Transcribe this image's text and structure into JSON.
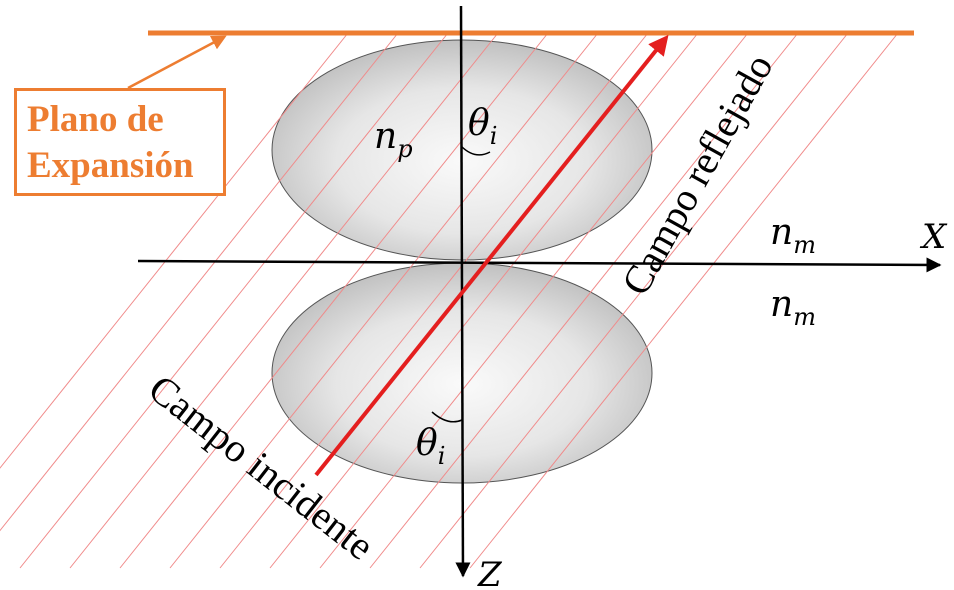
{
  "expansion_label": {
    "line1": "Plano de",
    "line2": "Expansión"
  },
  "axes": {
    "x": "X",
    "z": "Z"
  },
  "media": {
    "particle": {
      "base": "n",
      "sub": "p"
    },
    "medium_top": {
      "base": "n",
      "sub": "m"
    },
    "medium_bottom": {
      "base": "n",
      "sub": "m"
    }
  },
  "angles": {
    "top": {
      "base": "θ",
      "sub": "i"
    },
    "bottom": {
      "base": "θ",
      "sub": "i"
    }
  },
  "fields": {
    "reflected": "Campo reflejado",
    "incident": "Campo incidente"
  },
  "colors": {
    "expansion_plane": "#ED7D31",
    "ray": "#E41F1F",
    "hatch": "#F08A8A",
    "axis": "#000000"
  }
}
